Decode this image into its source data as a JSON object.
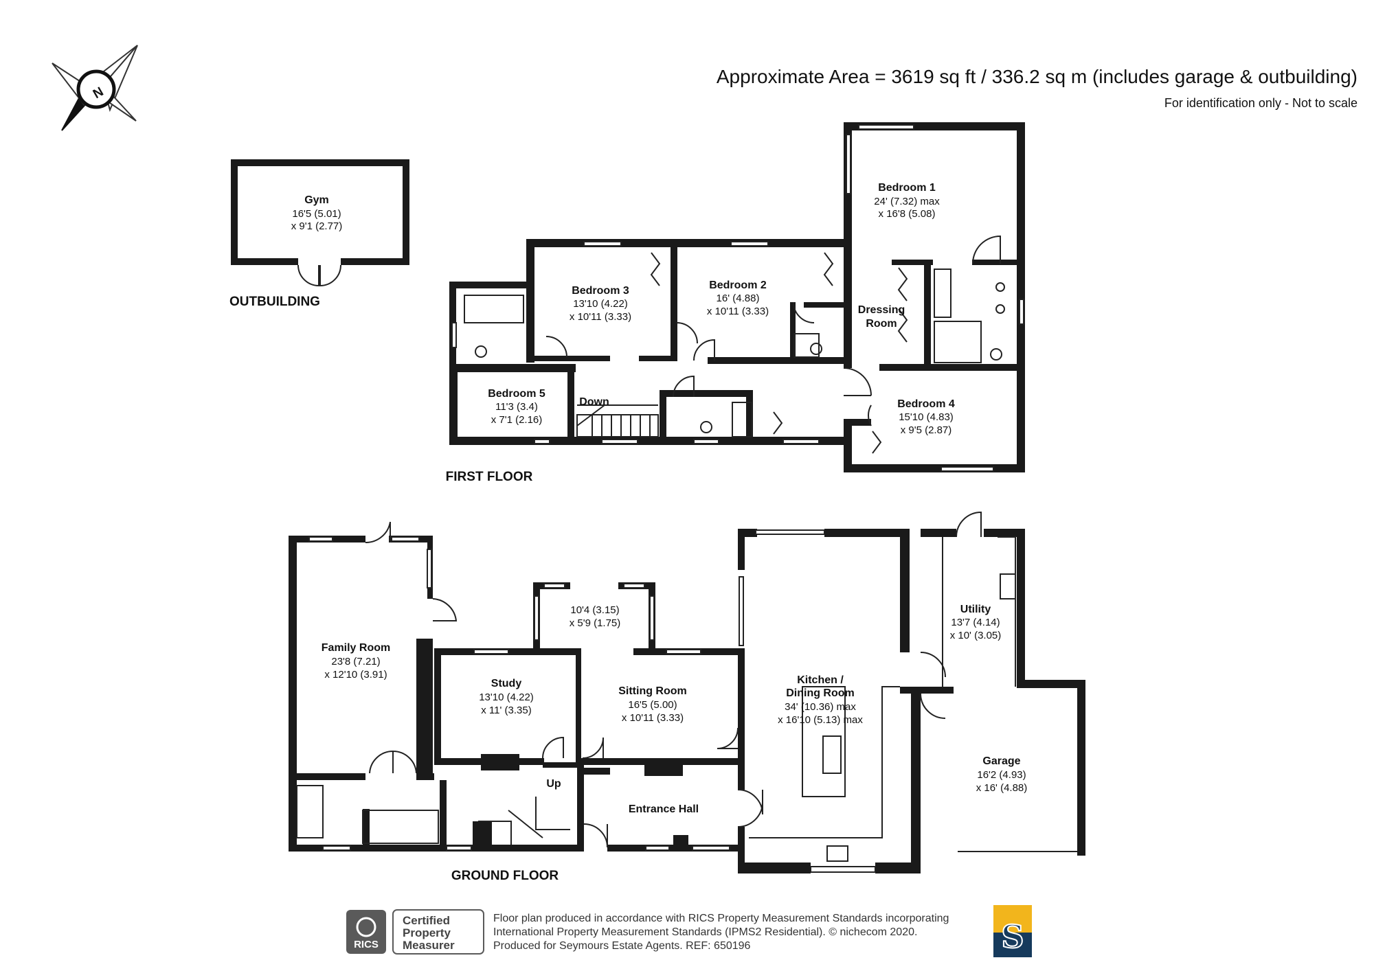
{
  "header": {
    "area": "Approximate Area = 3619 sq ft / 336.2 sq m (includes garage & outbuilding)",
    "disclaimer": "For identification only - Not to scale"
  },
  "compass": {
    "icon": "north-compass-icon",
    "letter": "N"
  },
  "floors": {
    "outbuilding": "OUTBUILDING",
    "first": "FIRST FLOOR",
    "ground": "GROUND FLOOR"
  },
  "rooms": {
    "gym": {
      "name": "Gym",
      "dim1": "16'5 (5.01)",
      "dim2": "x 9'1 (2.77)"
    },
    "bedroom1": {
      "name": "Bedroom 1",
      "dim1": "24' (7.32) max",
      "dim2": "x 16'8 (5.08)"
    },
    "bedroom2": {
      "name": "Bedroom 2",
      "dim1": "16' (4.88)",
      "dim2": "x 10'11 (3.33)"
    },
    "bedroom3": {
      "name": "Bedroom 3",
      "dim1": "13'10 (4.22)",
      "dim2": "x 10'11 (3.33)"
    },
    "bedroom4": {
      "name": "Bedroom 4",
      "dim1": "15'10 (4.83)",
      "dim2": "x 9'5 (2.87)"
    },
    "bedroom5": {
      "name": "Bedroom 5",
      "dim1": "11'3 (3.4)",
      "dim2": "x 7'1 (2.16)"
    },
    "dressing": {
      "line1": "Dressing",
      "line2": "Room"
    },
    "down": "Down",
    "up": "Up",
    "family": {
      "name": "Family Room",
      "dim1": "23'8 (7.21)",
      "dim2": "x 12'10 (3.91)"
    },
    "study": {
      "name": "Study",
      "dim1": "13'10 (4.22)",
      "dim2": "x 11' (3.35)"
    },
    "bay": {
      "dim1": "10'4 (3.15)",
      "dim2": "x 5'9 (1.75)"
    },
    "sitting": {
      "name": "Sitting Room",
      "dim1": "16'5 (5.00)",
      "dim2": "x 10'11 (3.33)"
    },
    "hall": {
      "name": "Entrance Hall"
    },
    "kitchen": {
      "line1": "Kitchen /",
      "line2": "Dining Room",
      "dim1": "34' (10.36) max",
      "dim2": "x 16'10 (5.13) max"
    },
    "utility": {
      "name": "Utility",
      "dim1": "13'7 (4.14)",
      "dim2": "x 10' (3.05)"
    },
    "garage": {
      "name": "Garage",
      "dim1": "16'2 (4.93)",
      "dim2": "x 16' (4.88)"
    }
  },
  "footer": {
    "rics": "RICS",
    "cert1": "Certified",
    "cert2": "Property",
    "cert3": "Measurer",
    "line1": "Floor plan produced in accordance with RICS Property Measurement Standards incorporating",
    "line2": "International Property Measurement Standards (IPMS2 Residential).  © nichecom 2020.",
    "line3": "Produced for Seymours Estate Agents.   REF:  650196",
    "logo_letter": "S"
  },
  "colors": {
    "wall": "#1a1a1a",
    "logo_top": "#f2b51c",
    "logo_bottom": "#163a5c",
    "badge": "#5a5a5a"
  }
}
